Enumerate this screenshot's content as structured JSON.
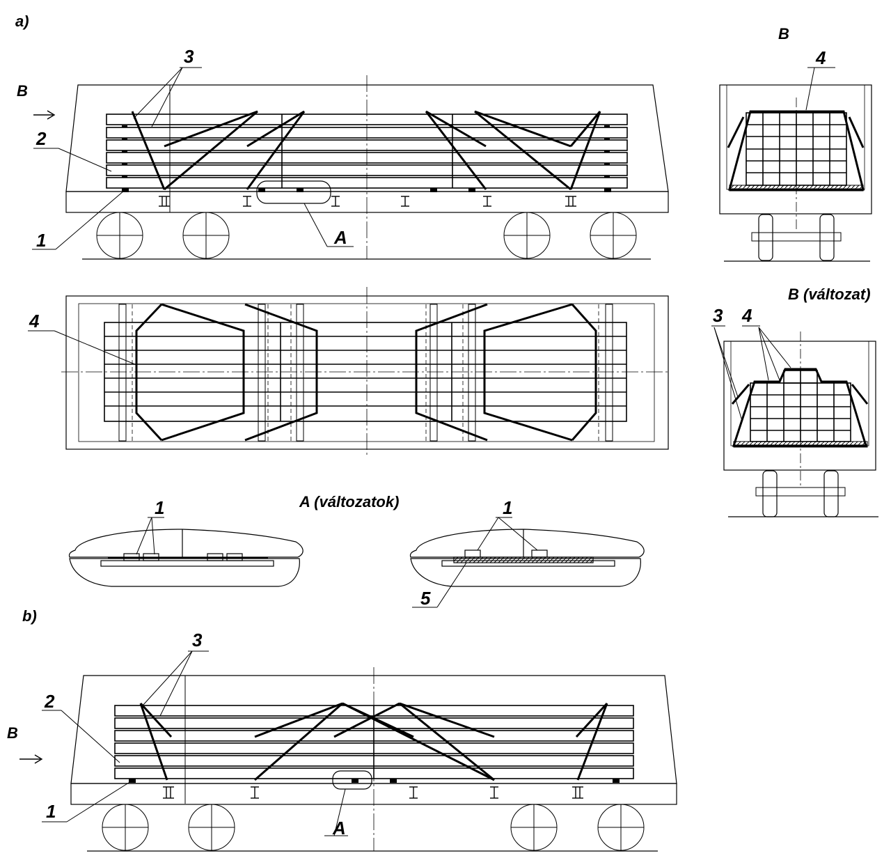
{
  "labels": {
    "panel_a": "a)",
    "panel_b": "b)",
    "view_b": "B",
    "view_b_variant": "B (változat)",
    "view_a_variants": "A (változatok)",
    "arrow_b_top": "B",
    "arrow_b_bottom": "B",
    "n1": "1",
    "n2": "2",
    "n3": "3",
    "n4": "4",
    "n5": "5",
    "detail_a": "A",
    "rung_i": "I",
    "rung_ii": "II"
  },
  "colors": {
    "ink": "#000000",
    "paper": "#ffffff"
  }
}
